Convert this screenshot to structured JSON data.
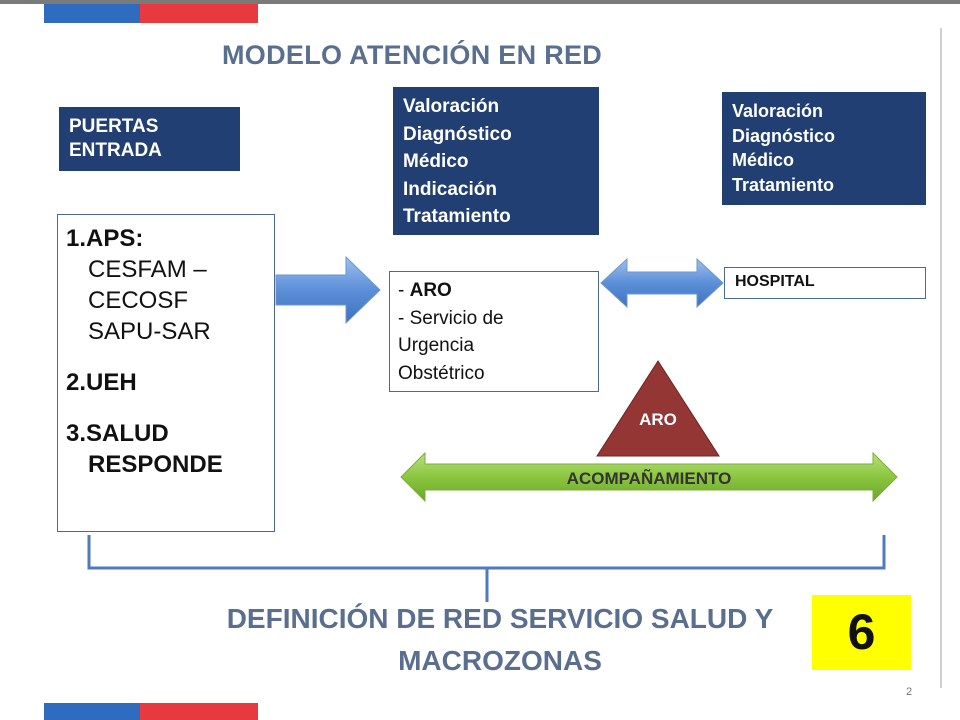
{
  "title": "MODELO ATENCIÓN EN RED",
  "puertas": [
    "PUERTAS",
    "ENTRADA"
  ],
  "valoracion_center": [
    "Valoración",
    "Diagnóstico",
    "Médico",
    "Indicación",
    "Tratamiento"
  ],
  "valoracion_right": [
    "Valoración",
    "Diagnóstico",
    "Médico",
    "Tratamiento"
  ],
  "entry": {
    "aps": "1.APS:",
    "aps_items": [
      "CESFAM –",
      "CECOSF",
      "SAPU-SAR"
    ],
    "ueh": "2.UEH",
    "salud": "3.SALUD",
    "responde": "RESPONDE"
  },
  "aro_box": {
    "aro_prefix": "- ",
    "aro": "ARO",
    "servicio": "- Servicio de",
    "urgencia": "Urgencia",
    "obstetrico": "Obstétrico"
  },
  "hospital": "HOSPITAL",
  "triangle_label": "ARO",
  "acompanamiento": "ACOMPAÑAMIENTO",
  "bottom_title": [
    "DEFINICIÓN DE RED SERVICIO SALUD Y",
    "MACROZONAS"
  ],
  "badge": "6",
  "page_number": "2",
  "colors": {
    "navy": "#213f72",
    "title_gray_blue": "#5a6f8f",
    "arrow_blue": "#5b8fd8",
    "triangle_red": "#943634",
    "green_arrow": "#8cc63f",
    "badge_yellow": "#ffff00",
    "bar_blue": "#2f6cbf",
    "bar_red": "#e8393f"
  }
}
